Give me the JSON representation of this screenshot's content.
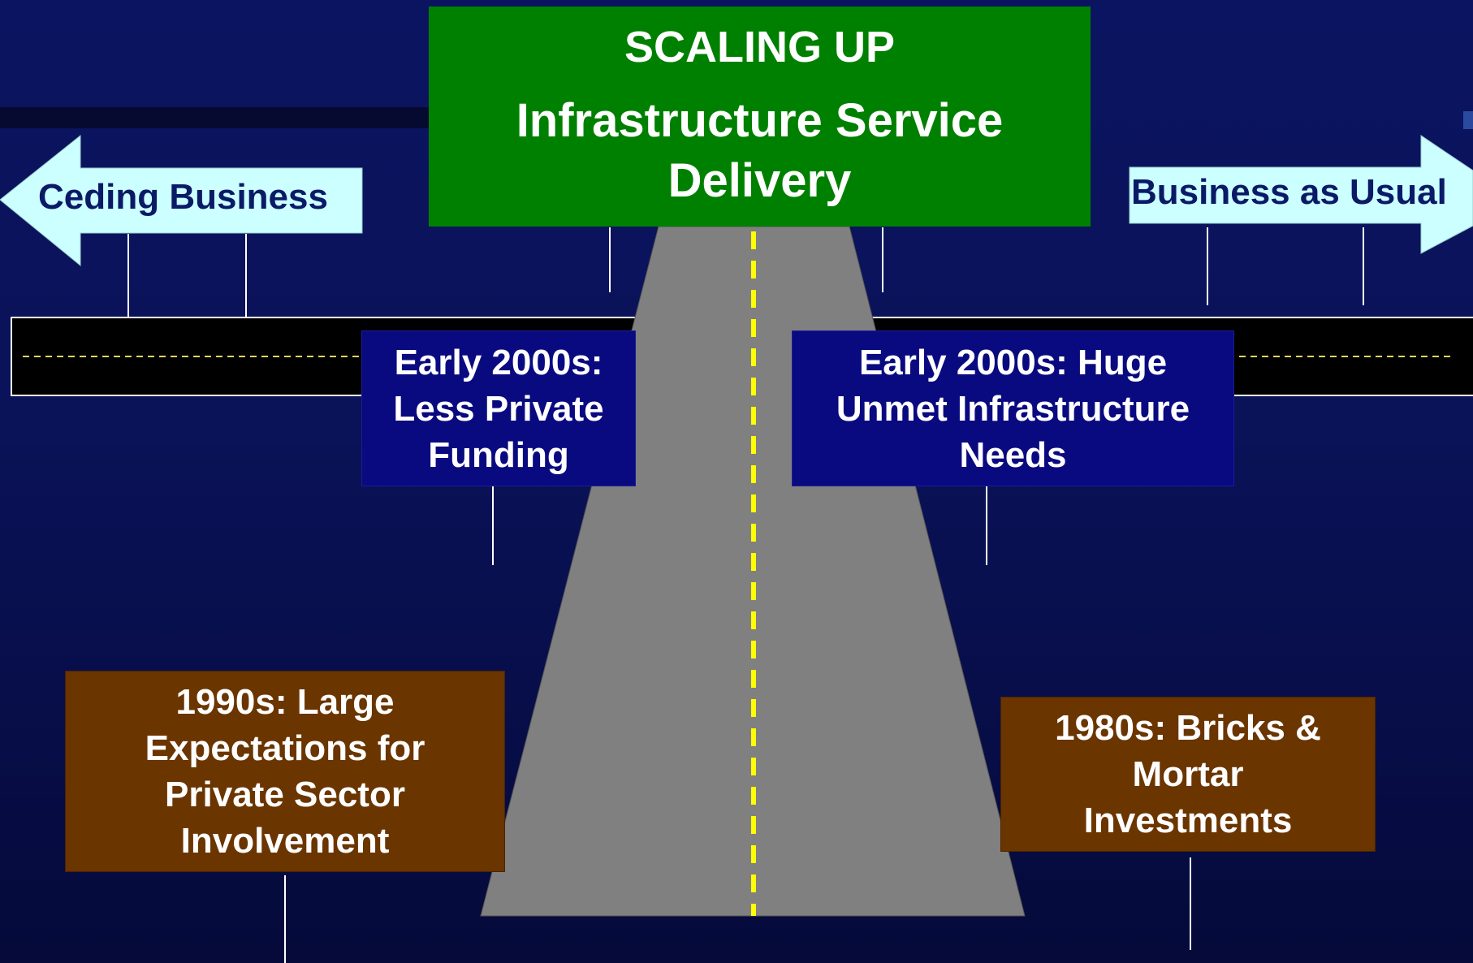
{
  "title": {
    "line1": "SCALING UP",
    "line2": "Infrastructure Service",
    "line3": "Delivery"
  },
  "left_arrow": {
    "label": "Ceding Business"
  },
  "right_arrow": {
    "label": "Business as Usual"
  },
  "milestones": {
    "early_2000s_left": [
      "Early 2000s:",
      "Less Private",
      "Funding"
    ],
    "early_2000s_right": [
      "Early 2000s: Huge",
      "Unmet Infrastructure",
      "Needs"
    ],
    "nineties": [
      "1990s: Large",
      "Expectations for",
      "Private Sector",
      "Involvement"
    ],
    "eighties": [
      "1980s: Bricks &",
      "Mortar",
      "Investments"
    ]
  },
  "colors": {
    "background": "#0a1258",
    "title_box": "#008000",
    "navy_box": "#0a0a80",
    "brown_box": "#6b3500",
    "arrow_fill": "#ccffff",
    "road": "#808080",
    "center_line": "#ffff00"
  }
}
